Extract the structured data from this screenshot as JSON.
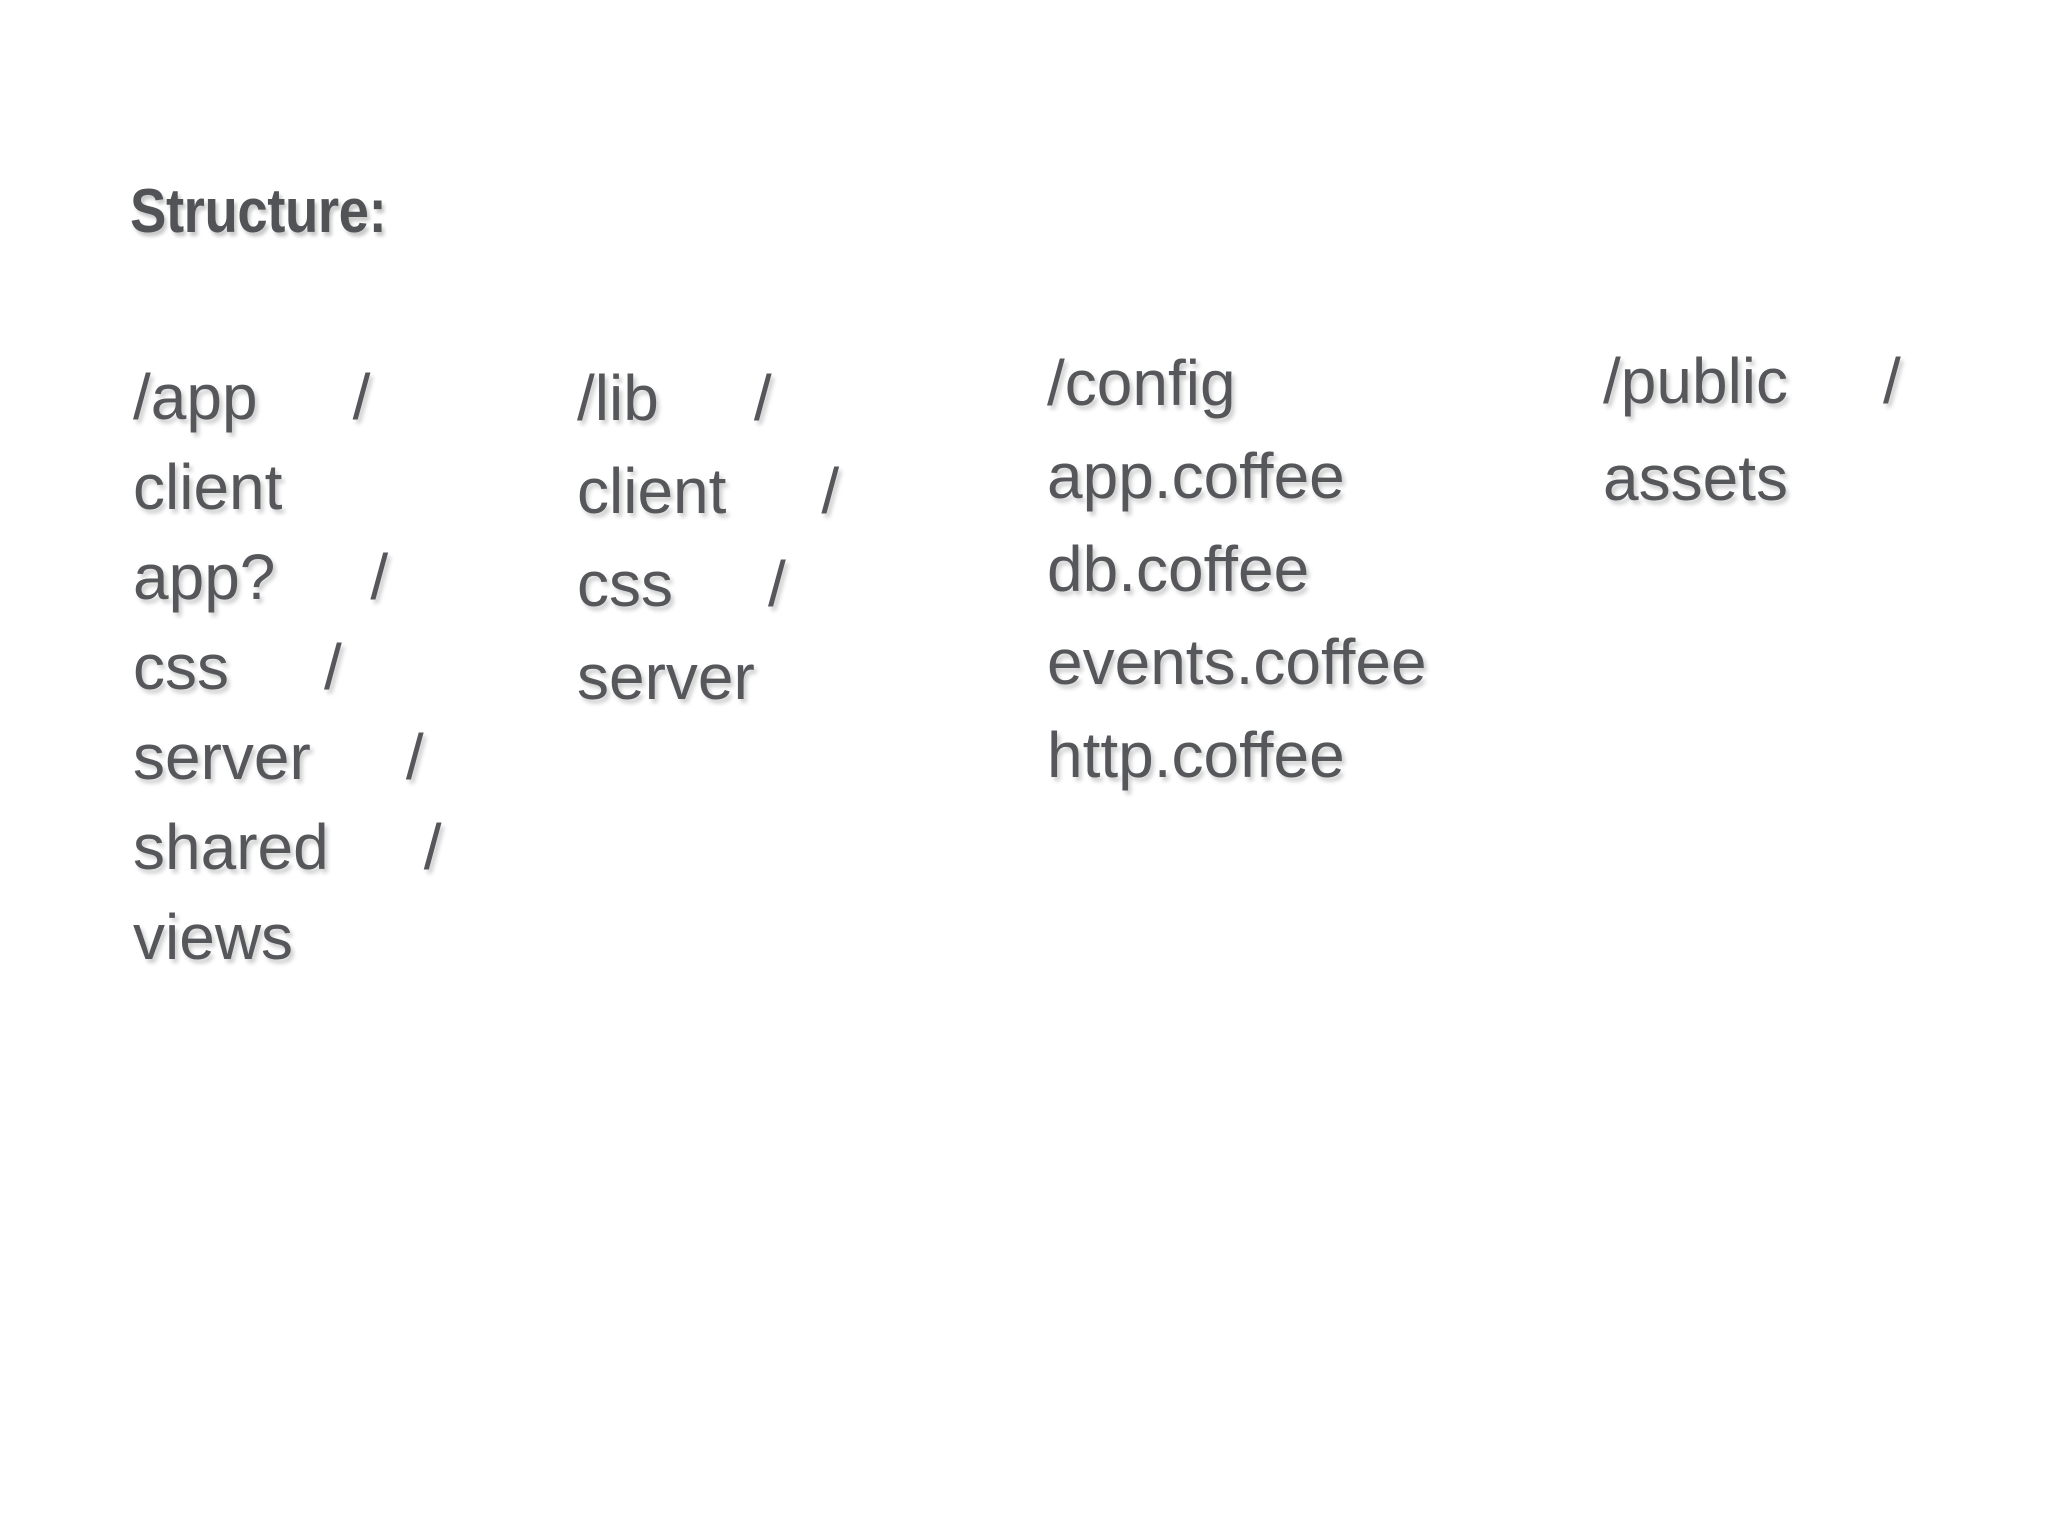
{
  "heading": "Structure:",
  "colors": {
    "background": "#ffffff",
    "text": "#56575a",
    "heading_text": "#525356"
  },
  "columns": [
    {
      "name": "app",
      "items": [
        {
          "text": "/app",
          "slash": "/"
        },
        {
          "text": "client",
          "slash": ""
        },
        {
          "text": "app?",
          "slash": "/"
        },
        {
          "text": "css",
          "slash": "/"
        },
        {
          "text": "server",
          "slash": "/"
        },
        {
          "text": "shared",
          "slash": "/"
        },
        {
          "text": "views",
          "slash": ""
        }
      ]
    },
    {
      "name": "lib",
      "items": [
        {
          "text": "/lib",
          "slash": "/"
        },
        {
          "text": "client",
          "slash": "/"
        },
        {
          "text": "css",
          "slash": "/"
        },
        {
          "text": "server",
          "slash": ""
        }
      ]
    },
    {
      "name": "config",
      "items": [
        {
          "text": "/config",
          "slash": ""
        },
        {
          "text": "app.coffee",
          "slash": ""
        },
        {
          "text": "db.coffee",
          "slash": ""
        },
        {
          "text": "events.coffee",
          "slash": ""
        },
        {
          "text": "http.coffee",
          "slash": ""
        }
      ]
    },
    {
      "name": "public",
      "items": [
        {
          "text": "/public",
          "slash": "/"
        },
        {
          "text": "assets",
          "slash": ""
        }
      ]
    }
  ]
}
